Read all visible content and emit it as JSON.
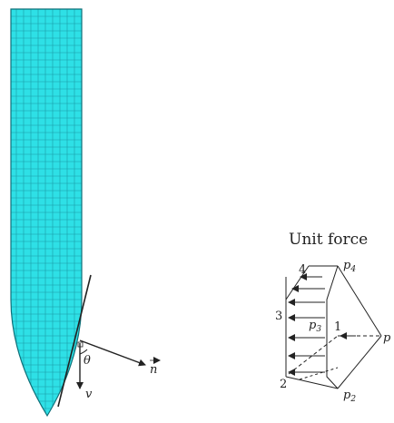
{
  "colors": {
    "projectile_fill": "#2ee0e6",
    "mesh_line": "#1a9aa6",
    "outline": "#0f6f78",
    "ink": "#222222"
  },
  "projectile": {
    "label_theta": "θ",
    "label_normal": "n",
    "label_velocity": "v"
  },
  "unit_force": {
    "title": "Unit force",
    "point_labels": [
      "1",
      "2",
      "3",
      "4"
    ],
    "pressure_labels": {
      "p": "p",
      "p2": "p2",
      "p3": "p3",
      "p4": "p4"
    }
  }
}
